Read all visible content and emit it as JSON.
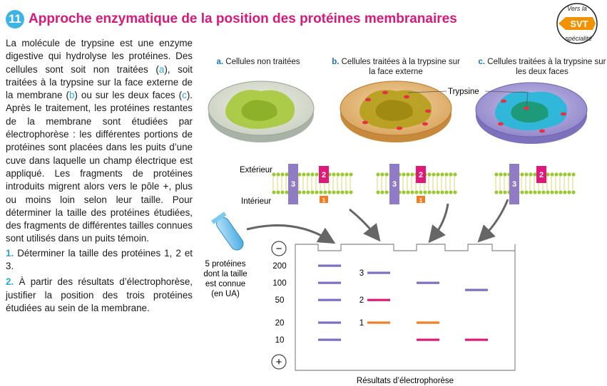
{
  "header": {
    "number": "11",
    "title": "Approche enzymatique de la position des protéines membranaires"
  },
  "badge": {
    "top": "Vers la",
    "main": "SVT",
    "bottom": "spécialité"
  },
  "body": {
    "p1": "La molécule de trypsine est une enzyme digestive qui hydrolyse les protéines. Des cellules sont soit non traitées (",
    "a": "a",
    "p2": "), soit traitées à la trypsine sur la face externe de la membrane (",
    "b": "b",
    "p3": ") ou sur les deux faces (",
    "c": "c",
    "p4": "). Après le traitement, les protéines restantes de la membrane sont étudiées par électrophorèse : les différentes portions de protéines sont placées dans les puits d’une cuve dans laquelle un champ électrique est appliqué. Les fragments de protéines introduits migrent alors vers le pôle +, plus ou moins loin selon leur taille. Pour déterminer la taille des protéines étudiées, des fragments de différentes tailles connues sont utilisés dans un puits témoin."
  },
  "questions": [
    {
      "num": "1.",
      "text": "Déterminer la taille des protéines 1, 2 et 3."
    },
    {
      "num": "2.",
      "text": "À partir des résultats d’électrophorèse, justifier la position des trois protéines étudiées au sein de la membrane."
    }
  ],
  "figure": {
    "captions": [
      {
        "letter": "a.",
        "text": "Cellules non traitées"
      },
      {
        "letter": "b.",
        "text": "Cellules traitées à la trypsine sur la face externe"
      },
      {
        "letter": "c.",
        "text": "Cellules traitées à la trypsine sur les deux faces"
      }
    ],
    "trypsine_label": "Trypsine",
    "exterieur": "Extérieur",
    "interieur": "Intérieur",
    "tube_label": "5 protéines dont la taille est connue (en UA)",
    "minus": "−",
    "plus": "+",
    "gel_caption": "Résultats d’électrophorèse",
    "protein_labels": [
      "3",
      "2",
      "1"
    ],
    "colors": {
      "title": "#d9197a",
      "accent_blue": "#3cb4e6",
      "protein3": "#8f7cc4",
      "protein2": "#e0187a",
      "protein1": "#f07d22",
      "marker": "#7b6fc6"
    }
  },
  "chart_data": {
    "type": "electrophoresis",
    "y_scale_labels": [
      "200",
      "100",
      "50",
      "20",
      "10"
    ],
    "lanes": [
      {
        "lane": "témoin",
        "bands_UA": [
          200,
          100,
          50,
          20,
          10
        ]
      },
      {
        "lane": "a",
        "bands_UA": [
          150,
          50,
          20
        ],
        "band_proteins": [
          "3",
          "2",
          "1"
        ]
      },
      {
        "lane": "b",
        "bands_UA": [
          100,
          20,
          10
        ]
      },
      {
        "lane": "c",
        "bands_UA": [
          75,
          10
        ]
      }
    ],
    "band_labels": [
      "3",
      "2",
      "1"
    ],
    "title": "Résultats d’électrophorèse"
  }
}
